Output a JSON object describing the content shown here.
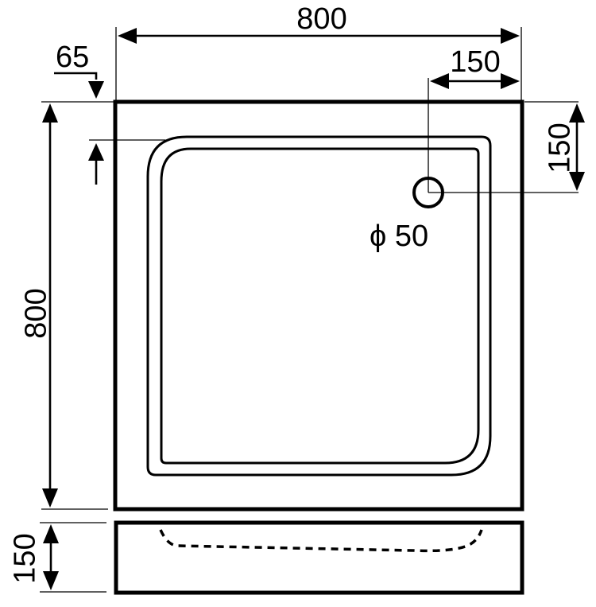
{
  "drawing": {
    "top_view": {
      "width_label": "800",
      "height_label": "800",
      "rim_label": "65",
      "drain_offset_x_label": "150",
      "drain_offset_y_label": "150",
      "drain_diameter_label": "ϕ 50"
    },
    "side_view": {
      "height_label": "150"
    },
    "colors": {
      "line": "#000000",
      "background": "#ffffff"
    }
  }
}
